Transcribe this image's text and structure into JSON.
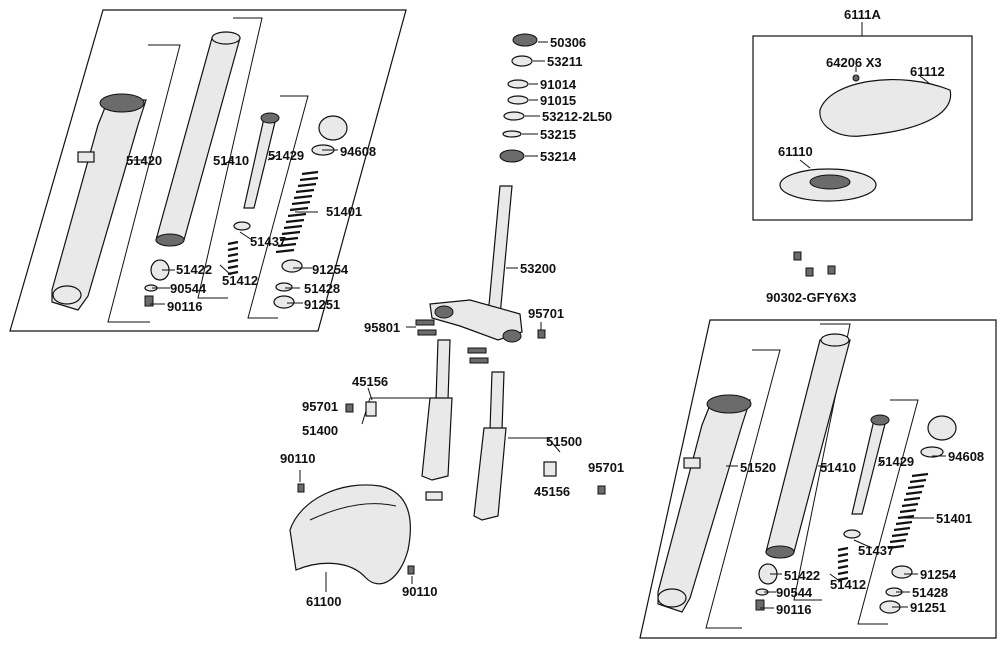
{
  "labels": {
    "l51420a": "51420",
    "l51410a": "51410",
    "l51429a": "51429",
    "l94608a": "94608",
    "l51401a": "51401",
    "l51437a": "51437",
    "l51422a": "51422",
    "l51412a": "51412",
    "l91254a": "91254",
    "l90544a": "90544",
    "l51428a": "51428",
    "l90116a": "90116",
    "l91251a": "91251",
    "l50306": "50306",
    "l53211": "53211",
    "l91014": "91014",
    "l91015": "91015",
    "l53212": "53212-2L50",
    "l53215": "53215",
    "l53214": "53214",
    "l53200": "53200",
    "l95801": "95801",
    "l95701a": "95701",
    "l45156a": "45156",
    "l95701b": "95701",
    "l51400": "51400",
    "l51500": "51500",
    "l95701c": "95701",
    "l45156b": "45156",
    "l90110a": "90110",
    "l61100": "61100",
    "l90110b": "90110",
    "l6111A": "6111A",
    "l64206": "64206 X3",
    "l61112": "61112",
    "l61110": "61110",
    "l90302": "90302-GFY6X3",
    "l51520": "51520",
    "l51410b": "51410",
    "l51429b": "51429",
    "l94608b": "94608",
    "l51401b": "51401",
    "l51437b": "51437",
    "l51422b": "51422",
    "l51412b": "51412",
    "l91254b": "91254",
    "l90544b": "90544",
    "l51428b": "51428",
    "l90116b": "90116",
    "l91251b": "91251"
  }
}
